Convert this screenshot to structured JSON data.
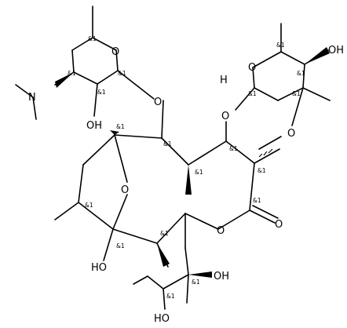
{
  "atoms": {
    "o_sugar1": "O",
    "o_glyco1": "O",
    "n": "N",
    "oh_sugar1": "OH",
    "o_sugar2": "O",
    "oh_sugar2": "OH",
    "o_glyco2": "O",
    "h_anomeric2": "H",
    "o_methoxy": "O",
    "o_bridge": "O",
    "o_ring": "O",
    "o_carbonyl": "O",
    "ho_hemiketal": "HO",
    "oh_c12": "OH",
    "ho_c13": "HO"
  },
  "stereo_label": "&1"
}
